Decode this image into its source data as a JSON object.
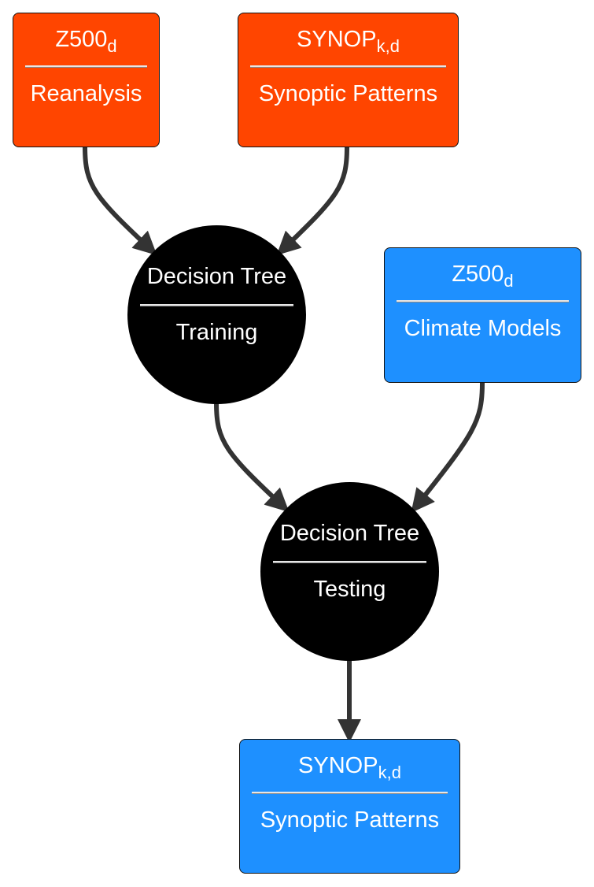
{
  "colors": {
    "input_node": "#ff4500",
    "model_node": "#1e90ff",
    "process_node": "#000000",
    "edge": "#333333",
    "text": "#ffffff"
  },
  "nodes": {
    "z500_reanalysis": {
      "title": "Z500",
      "subscript": "d",
      "label": "Reanalysis"
    },
    "synop_reanalysis": {
      "title": "SYNOP",
      "subscript": "k,d",
      "label": "Synoptic Patterns"
    },
    "dt_training": {
      "title": "Decision Tree",
      "label": "Training"
    },
    "z500_climate": {
      "title": "Z500",
      "subscript": "d",
      "label": "Climate Models"
    },
    "dt_testing": {
      "title": "Decision Tree",
      "label": "Testing"
    },
    "synop_output": {
      "title": "SYNOP",
      "subscript": "k,d",
      "label": "Synoptic Patterns"
    }
  },
  "edges": [
    {
      "from": "z500_reanalysis",
      "to": "dt_training"
    },
    {
      "from": "synop_reanalysis",
      "to": "dt_training"
    },
    {
      "from": "dt_training",
      "to": "dt_testing"
    },
    {
      "from": "z500_climate",
      "to": "dt_testing"
    },
    {
      "from": "dt_testing",
      "to": "synop_output"
    }
  ]
}
